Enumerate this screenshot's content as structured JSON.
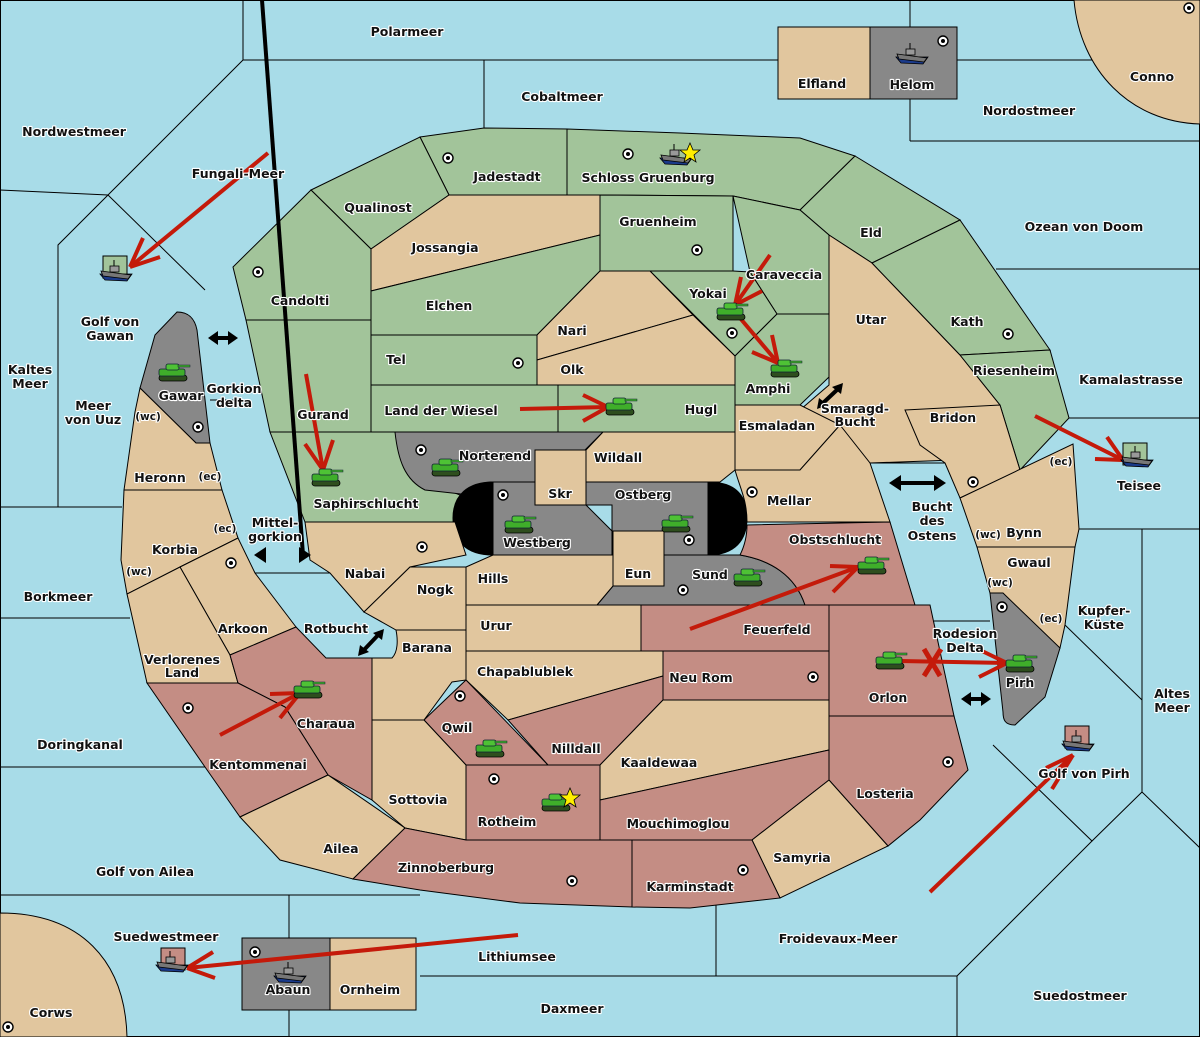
{
  "game": "Diplomacy-style map",
  "colors": {
    "sea": "#a8dce8",
    "neutral": "#e1c69e",
    "green_power": "#a2c49a",
    "red_power": "#c48d84",
    "gray_power": "#888888",
    "impassable": "#000000",
    "order_arrow": "#c41a0a",
    "star": "#ffee00"
  },
  "seas": [
    {
      "id": "polarmeer",
      "label": "Polarmeer"
    },
    {
      "id": "cobaltmeer",
      "label": "Cobaltmeer"
    },
    {
      "id": "nordwestmeer",
      "label": "Nordwestmeer"
    },
    {
      "id": "fungali",
      "label": "Fungali-Meer"
    },
    {
      "id": "nordostmeer",
      "label": "Nordostmeer"
    },
    {
      "id": "ozean",
      "label": "Ozean von Doom"
    },
    {
      "id": "kamala",
      "label": "Kamalastrasse"
    },
    {
      "id": "gawan",
      "label": "Golf von Gawan"
    },
    {
      "id": "kaltes",
      "label": "Kaltes Meer"
    },
    {
      "id": "uuz",
      "label": "Meer von Uuz"
    },
    {
      "id": "gorkion",
      "label": "Gorkion delta"
    },
    {
      "id": "mittelgorkion",
      "label": "Mittel- gorkion"
    },
    {
      "id": "borkmeer",
      "label": "Borkmeer"
    },
    {
      "id": "rotbucht",
      "label": "Rotbucht"
    },
    {
      "id": "doringkanal",
      "label": "Doringkanal"
    },
    {
      "id": "golfailea",
      "label": "Golf von Ailea"
    },
    {
      "id": "suedwestmeer",
      "label": "Suedwestmeer"
    },
    {
      "id": "lithiumsee",
      "label": "Lithiumsee"
    },
    {
      "id": "daxmeer",
      "label": "Daxmeer"
    },
    {
      "id": "froidevaux",
      "label": "Froidevaux-Meer"
    },
    {
      "id": "suedostmeer",
      "label": "Suedostmeer"
    },
    {
      "id": "golfpirh",
      "label": "Golf von Pirh"
    },
    {
      "id": "altesmeer",
      "label": "Altes Meer"
    },
    {
      "id": "kupfer",
      "label": "Kupfer- Küste"
    },
    {
      "id": "teisee",
      "label": "Teisee"
    },
    {
      "id": "buchtostens",
      "label": "Bucht des Ostens"
    },
    {
      "id": "smaragd",
      "label": "Smaragd- Bucht"
    },
    {
      "id": "rodesion",
      "label": "Rodesion Delta"
    }
  ],
  "territories": [
    {
      "id": "jadestadt",
      "label": "Jadestadt",
      "owner": "green",
      "supply_center": true
    },
    {
      "id": "schloss",
      "label": "Schloss Gruenburg",
      "owner": "green",
      "supply_center": true
    },
    {
      "id": "qualinost",
      "label": "Qualinost",
      "owner": "green",
      "supply_center": false
    },
    {
      "id": "candolti",
      "label": "Candolti",
      "owner": "green",
      "supply_center": true
    },
    {
      "id": "jossangia",
      "label": "Jossangia",
      "owner": "neutral",
      "supply_center": false
    },
    {
      "id": "gruenheim",
      "label": "Gruenheim",
      "owner": "green",
      "supply_center": true
    },
    {
      "id": "elchen",
      "label": "Elchen",
      "owner": "green",
      "supply_center": false
    },
    {
      "id": "eld",
      "label": "Eld",
      "owner": "green",
      "supply_center": false
    },
    {
      "id": "caraveccia",
      "label": "Caraveccia",
      "owner": "green",
      "supply_center": false
    },
    {
      "id": "yokai",
      "label": "Yokai",
      "owner": "green",
      "supply_center": true
    },
    {
      "id": "nari",
      "label": "Nari",
      "owner": "neutral",
      "supply_center": false
    },
    {
      "id": "olk",
      "label": "Olk",
      "owner": "neutral",
      "supply_center": false
    },
    {
      "id": "tel",
      "label": "Tel",
      "owner": "green",
      "supply_center": true
    },
    {
      "id": "utar",
      "label": "Utar",
      "owner": "neutral",
      "supply_center": false
    },
    {
      "id": "kath",
      "label": "Kath",
      "owner": "green",
      "supply_center": true
    },
    {
      "id": "amphi",
      "label": "Amphi",
      "owner": "green",
      "supply_center": false
    },
    {
      "id": "gurand",
      "label": "Gurand",
      "owner": "green",
      "supply_center": false
    },
    {
      "id": "landwiesel",
      "label": "Land der Wiesel",
      "owner": "green",
      "supply_center": false
    },
    {
      "id": "hugl",
      "label": "Hugl",
      "owner": "green",
      "supply_center": false
    },
    {
      "id": "riesenheim",
      "label": "Riesenheim",
      "owner": "green",
      "supply_center": false
    },
    {
      "id": "esmaladan",
      "label": "Esmaladan",
      "owner": "neutral",
      "supply_center": false
    },
    {
      "id": "bridon",
      "label": "Bridon",
      "owner": "neutral",
      "supply_center": true
    },
    {
      "id": "saphir",
      "label": "Saphirschlucht",
      "owner": "green",
      "supply_center": false
    },
    {
      "id": "norterend",
      "label": "Norterend",
      "owner": "gray",
      "supply_center": true
    },
    {
      "id": "wildall",
      "label": "Wildall",
      "owner": "neutral",
      "supply_center": false
    },
    {
      "id": "skr",
      "label": "Skr",
      "owner": "neutral",
      "supply_center": false
    },
    {
      "id": "ostberg",
      "label": "Ostberg",
      "owner": "gray",
      "supply_center": true
    },
    {
      "id": "westberg",
      "label": "Westberg",
      "owner": "gray",
      "supply_center": true
    },
    {
      "id": "mellar",
      "label": "Mellar",
      "owner": "neutral",
      "supply_center": true
    },
    {
      "id": "eun",
      "label": "Eun",
      "owner": "neutral",
      "supply_center": false
    },
    {
      "id": "sund",
      "label": "Sund",
      "owner": "gray",
      "supply_center": true
    },
    {
      "id": "obstschlucht",
      "label": "Obstschlucht",
      "owner": "red",
      "supply_center": false
    },
    {
      "id": "gawar",
      "label": "Gawar",
      "owner": "gray",
      "supply_center": true
    },
    {
      "id": "heronn",
      "label": "Heronn",
      "owner": "neutral",
      "supply_center": false
    },
    {
      "id": "korbia",
      "label": "Korbia",
      "owner": "neutral",
      "supply_center": false
    },
    {
      "id": "arkoon",
      "label": "Arkoon",
      "owner": "neutral",
      "supply_center": true
    },
    {
      "id": "nabai",
      "label": "Nabai",
      "owner": "neutral",
      "supply_center": true
    },
    {
      "id": "nogk",
      "label": "Nogk",
      "owner": "neutral",
      "supply_center": false
    },
    {
      "id": "hills",
      "label": "Hills",
      "owner": "neutral",
      "supply_center": false
    },
    {
      "id": "urur",
      "label": "Urur",
      "owner": "neutral",
      "supply_center": false
    },
    {
      "id": "barana",
      "label": "Barana",
      "owner": "neutral",
      "supply_center": false
    },
    {
      "id": "feuerfeld",
      "label": "Feuerfeld",
      "owner": "red",
      "supply_center": false
    },
    {
      "id": "verlorenes",
      "label": "Verlorenes Land",
      "owner": "neutral",
      "supply_center": false
    },
    {
      "id": "charaua",
      "label": "Charaua",
      "owner": "red",
      "supply_center": false
    },
    {
      "id": "kentommenai",
      "label": "Kentommenai",
      "owner": "red",
      "supply_center": true
    },
    {
      "id": "chapablublek",
      "label": "Chapablublek",
      "owner": "neutral",
      "supply_center": false
    },
    {
      "id": "neurom",
      "label": "Neu Rom",
      "owner": "red",
      "supply_center": true
    },
    {
      "id": "orlon",
      "label": "Orlon",
      "owner": "red",
      "supply_center": false
    },
    {
      "id": "qwil",
      "label": "Qwil",
      "owner": "red",
      "supply_center": true
    },
    {
      "id": "nilldall",
      "label": "Nilldall",
      "owner": "red",
      "supply_center": false
    },
    {
      "id": "kaaldewaa",
      "label": "Kaaldewaa",
      "owner": "neutral",
      "supply_center": false
    },
    {
      "id": "sottovia",
      "label": "Sottovia",
      "owner": "neutral",
      "supply_center": false
    },
    {
      "id": "rotheim",
      "label": "Rotheim",
      "owner": "red",
      "supply_center": true
    },
    {
      "id": "mouchimoglou",
      "label": "Mouchimoglou",
      "owner": "red",
      "supply_center": false
    },
    {
      "id": "losteria",
      "label": "Losteria",
      "owner": "red",
      "supply_center": true
    },
    {
      "id": "ailea",
      "label": "Ailea",
      "owner": "neutral",
      "supply_center": false
    },
    {
      "id": "samyria",
      "label": "Samyria",
      "owner": "neutral",
      "supply_center": false
    },
    {
      "id": "zinnoberburg",
      "label": "Zinnoberburg",
      "owner": "red",
      "supply_center": true
    },
    {
      "id": "karminstadt",
      "label": "Karminstadt",
      "owner": "red",
      "supply_center": true
    },
    {
      "id": "bynn",
      "label": "Bynn",
      "owner": "neutral",
      "supply_center": false
    },
    {
      "id": "gwaul",
      "label": "Gwaul",
      "owner": "neutral",
      "supply_center": false
    },
    {
      "id": "pirh",
      "label": "Pirh",
      "owner": "gray",
      "supply_center": true
    },
    {
      "id": "elfland",
      "label": "Elfland",
      "owner": "neutral",
      "supply_center": false
    },
    {
      "id": "helom",
      "label": "Helom",
      "owner": "gray",
      "supply_center": true
    },
    {
      "id": "conno",
      "label": "Conno",
      "owner": "neutral",
      "supply_center": true
    },
    {
      "id": "abaun",
      "label": "Abaun",
      "owner": "gray",
      "supply_center": true
    },
    {
      "id": "ornheim",
      "label": "Ornheim",
      "owner": "neutral",
      "supply_center": false
    },
    {
      "id": "corws",
      "label": "Corws",
      "owner": "neutral",
      "supply_center": true
    }
  ],
  "coast_tags": [
    {
      "id": "gawar-wc",
      "label": "(wc)"
    },
    {
      "id": "heronn-ec",
      "label": "(ec)"
    },
    {
      "id": "korbia-ec",
      "label": "(ec)"
    },
    {
      "id": "korbia-wc",
      "label": "(wc)"
    },
    {
      "id": "riesen-ec",
      "label": "(ec)"
    },
    {
      "id": "bynn-wc",
      "label": "(wc)"
    },
    {
      "id": "gwaul-wc",
      "label": "(wc)"
    },
    {
      "id": "gwaul-ec",
      "label": "(ec)"
    }
  ],
  "units": [
    {
      "type": "fleet",
      "power": "green",
      "location": "Golf von Gawan",
      "ordered_from": "Fungali-Meer"
    },
    {
      "type": "army",
      "power": "gray",
      "location": "Gawar"
    },
    {
      "type": "army",
      "power": "green",
      "location": "Saphirschlucht",
      "ordered_from": "Gurand"
    },
    {
      "type": "army",
      "power": "green",
      "location": "Hugl",
      "ordered_from": "Land der Wiesel"
    },
    {
      "type": "army",
      "power": "gray",
      "location": "Norterend"
    },
    {
      "type": "army",
      "power": "gray",
      "location": "Westberg"
    },
    {
      "type": "army",
      "power": "gray",
      "location": "Ostberg"
    },
    {
      "type": "army",
      "power": "gray",
      "location": "Sund"
    },
    {
      "type": "army",
      "power": "green",
      "location": "Yokai",
      "ordered_from": "Caraveccia"
    },
    {
      "type": "army",
      "power": "green",
      "location": "Amphi",
      "ordered_from": "Yokai"
    },
    {
      "type": "fleet",
      "power": "gray",
      "location": "Schloss Gruenburg",
      "marker": "star"
    },
    {
      "type": "fleet",
      "power": "gray",
      "location": "Helom"
    },
    {
      "type": "fleet",
      "power": "green",
      "location": "Teisee",
      "ordered_from": "Riesenheim"
    },
    {
      "type": "army",
      "power": "green",
      "location": "Obstschlucht",
      "ordered_from": "Feuerfeld"
    },
    {
      "type": "army",
      "power": "green",
      "location": "Orlon",
      "status": "move to Pirh failed"
    },
    {
      "type": "army",
      "power": "green",
      "location": "Pirh"
    },
    {
      "type": "fleet",
      "power": "red",
      "location": "Golf von Pirh",
      "ordered_from": "Froidevaux-Meer"
    },
    {
      "type": "army",
      "power": "green",
      "location": "Charaua",
      "ordered_from": "Kentommenai"
    },
    {
      "type": "army",
      "power": "green",
      "location": "Qwil"
    },
    {
      "type": "army",
      "power": "green",
      "location": "Rotheim",
      "marker": "star"
    },
    {
      "type": "fleet",
      "power": "red",
      "location": "Suedwestmeer",
      "ordered_from": "Lithiumsee"
    },
    {
      "type": "fleet",
      "power": "gray",
      "location": "Abaun"
    }
  ]
}
